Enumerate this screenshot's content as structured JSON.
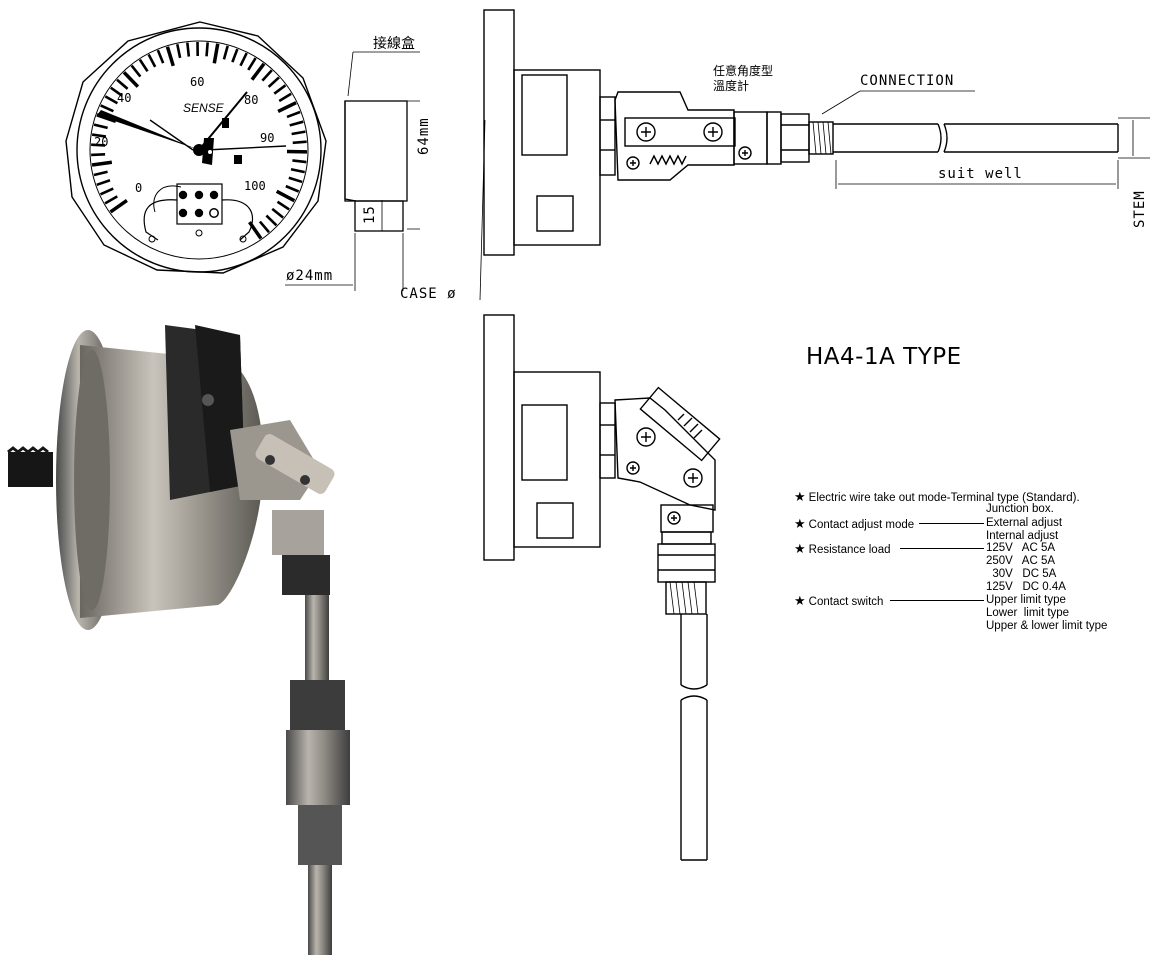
{
  "dial": {
    "scale": [
      "0",
      "20",
      "40",
      "60",
      "80",
      "90",
      "100"
    ],
    "brand": "SENSE"
  },
  "dimensions": {
    "junction_box_label": "接線盒",
    "height": "64mm",
    "offset": "15",
    "diameter": "ø24mm",
    "case": "CASE ø",
    "connection": "CONNECTION",
    "any_angle_line1": "任意角度型",
    "any_angle_line2": "溫度計",
    "suit_well": "suit well",
    "stem": "STEM ø"
  },
  "model": {
    "title": "HA4-1A TYPE"
  },
  "specs": [
    {
      "label": "Electric wire take out mode",
      "values": [
        "Terminal type (Standard).",
        "Junction box."
      ]
    },
    {
      "label": "Contact adjust mode",
      "values": [
        "External adjust",
        "Internal adjust"
      ]
    },
    {
      "label": "Resistance load",
      "values": [
        "125V   AC 5A",
        "250V   AC 5A",
        "  30V   DC 5A",
        "125V   DC 0.4A"
      ]
    },
    {
      "label": "Contact switch",
      "values": [
        "Upper limit type",
        "Lower  limit type",
        "Upper & lower limit type"
      ]
    }
  ]
}
